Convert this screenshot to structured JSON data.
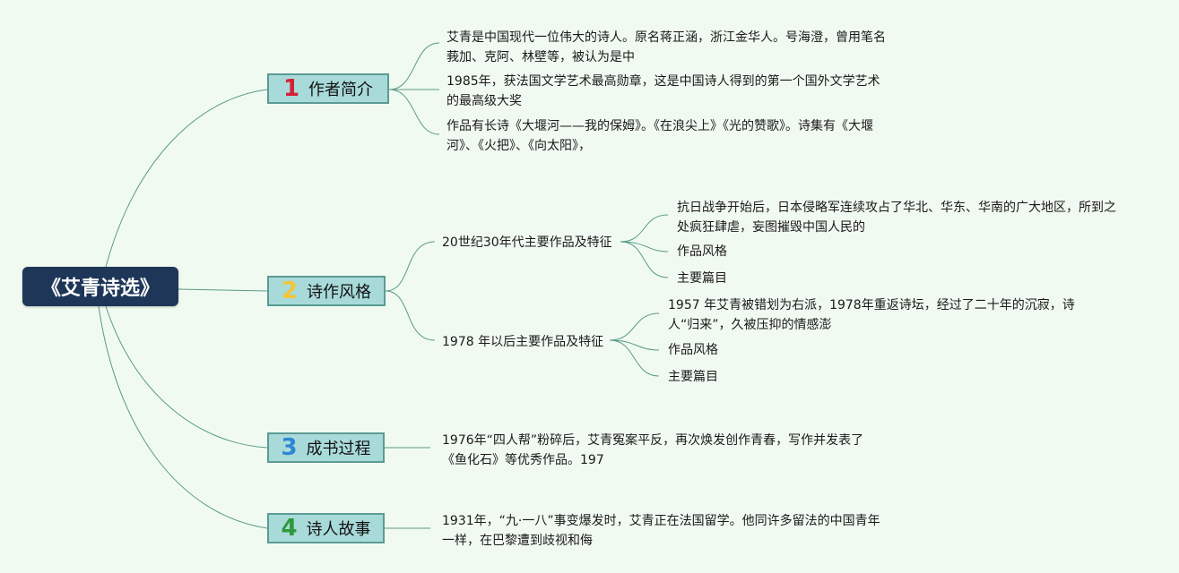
{
  "colors": {
    "background": "#f1faf1",
    "root_fill": "#1e3658",
    "branch_fill": "#a9dada",
    "branch_border": "#5b9b95",
    "edge": "#5a9a88",
    "number_1": "#d42038",
    "number_2": "#f2c637",
    "number_3": "#2f86d6",
    "number_4": "#2e9a3c"
  },
  "root": {
    "title": "《艾青诗选》"
  },
  "branches": [
    {
      "number": "1",
      "label": "作者简介",
      "children": [
        "艾青是中国现代一位伟大的诗人。原名蒋正涵，浙江金华人。号海澄，曾用笔名莪加、克阿、林壁等，被认为是中",
        "1985年，获法国文学艺术最高勋章，这是中国诗人得到的第一个国外文学艺术的最高级大奖",
        "作品有长诗《大堰河——我的保姆》。《在浪尖上》《光的赞歌》。诗集有《大堰河》、《火把》、《向太阳》，"
      ]
    },
    {
      "number": "2",
      "label": "诗作风格",
      "children": [
        {
          "label": "20世纪30年代主要作品及特征",
          "children": [
            "抗日战争开始后，日本侵略军连续攻占了华北、华东、华南的广大地区，所到之处疯狂肆虐，妄图摧毁中国人民的",
            "作品风格",
            "主要篇目"
          ]
        },
        {
          "label": "1978 年以后主要作品及特征",
          "children": [
            "1957 年艾青被错划为右派，1978年重返诗坛，经过了二十年的沉寂，诗人“归来”，久被压抑的情感澎",
            "作品风格",
            "主要篇目"
          ]
        }
      ]
    },
    {
      "number": "3",
      "label": "成书过程",
      "children": [
        "1976年“四人帮”粉碎后，艾青冤案平反，再次焕发创作青春，写作并发表了《鱼化石》等优秀作品。197"
      ]
    },
    {
      "number": "4",
      "label": "诗人故事",
      "children": [
        "1931年，“九·一八”事变爆发时，艾青正在法国留学。他同许多留法的中国青年一样，在巴黎遭到歧视和侮"
      ]
    }
  ]
}
